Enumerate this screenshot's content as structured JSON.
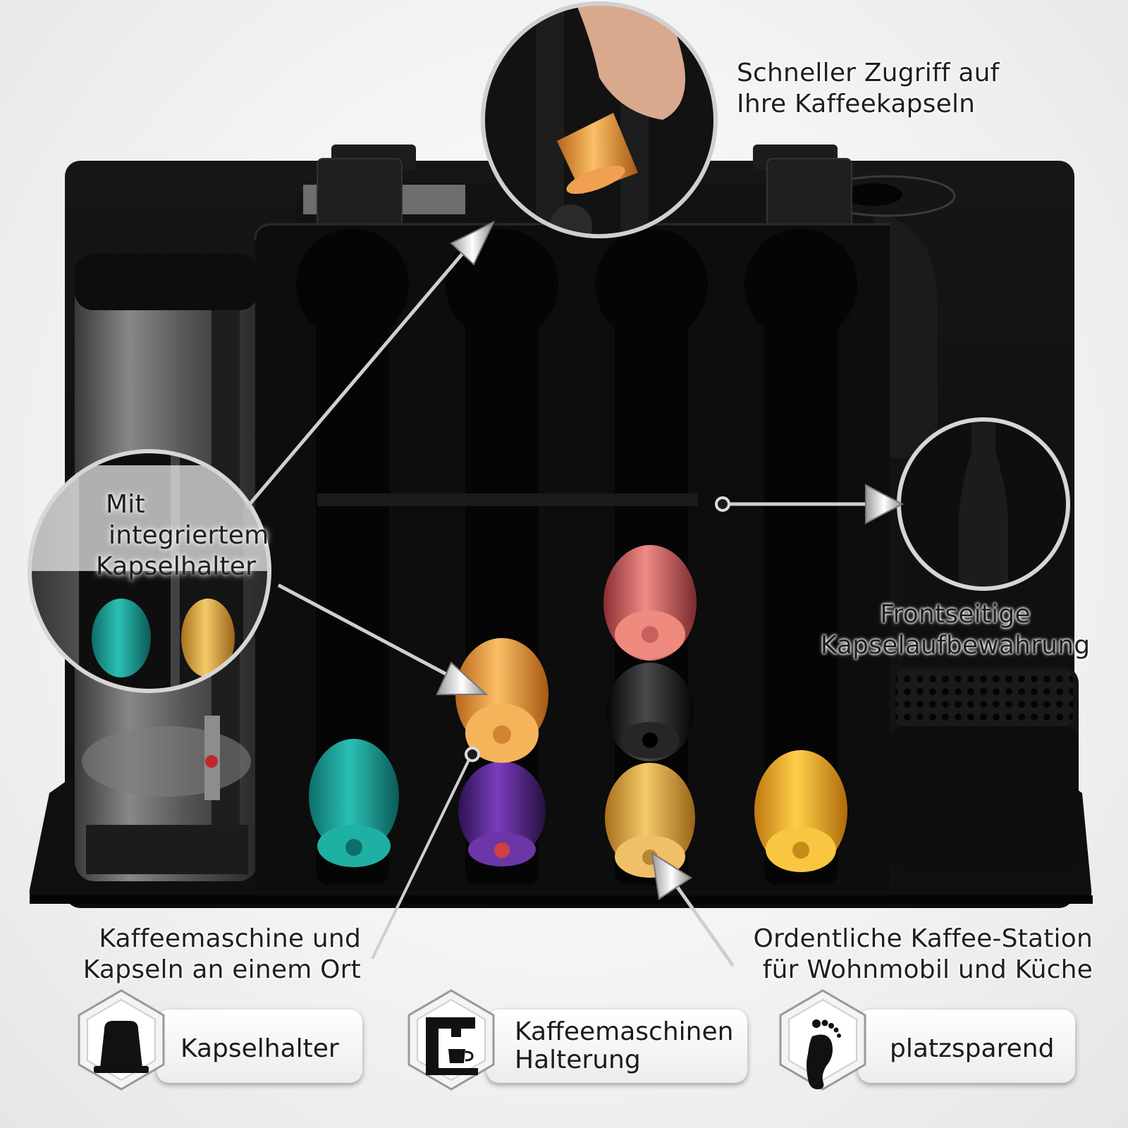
{
  "callouts": {
    "quick_access": [
      "Schneller Zugriff auf",
      "Ihre Kaffeekapseln"
    ],
    "integrated_holder": [
      "Mit",
      "integriertem",
      "Kapselhalter"
    ],
    "front_storage": [
      "Frontseitige",
      "Kapselaufbewahrung"
    ],
    "machine_and_capsules": [
      "Kaffeemaschine und",
      "Kapseln an einem Ort"
    ],
    "station": [
      "Ordentliche Kaffee-Station",
      "für Wohnmobil und Küche"
    ]
  },
  "features": [
    {
      "icon": "capsule-icon",
      "label": [
        "Kapselhalter"
      ]
    },
    {
      "icon": "coffee-machine-icon",
      "label": [
        "Kaffeemaschinen",
        "Halterung"
      ]
    },
    {
      "icon": "footprint-icon",
      "label": [
        "platzsparend"
      ]
    }
  ],
  "capsule_colors": {
    "teal": "#1aa39a",
    "gold": "#e2a63a",
    "orange": "#f0a040",
    "purple": "#5a2a8a",
    "red": "#d0585a",
    "black": "#151515",
    "yellow": "#f2b020"
  }
}
